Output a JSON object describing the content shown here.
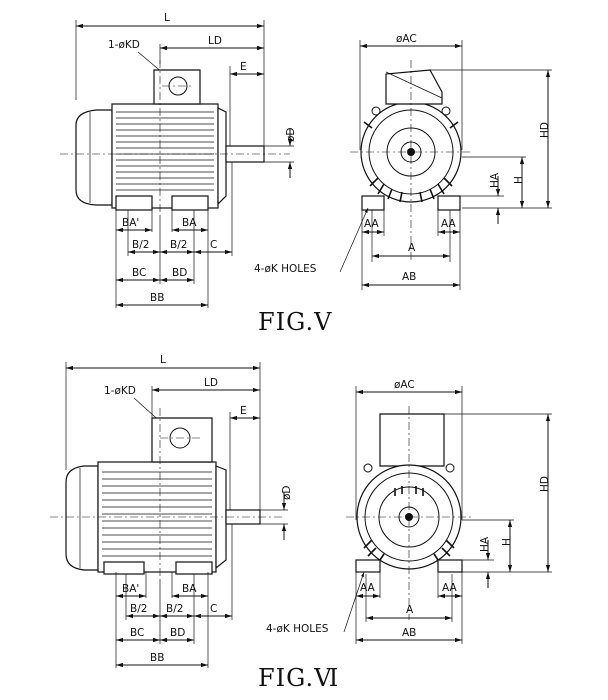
{
  "figures": [
    {
      "caption": "FIG.Ⅴ",
      "dims": {
        "L": "L",
        "KD": "1-øKD",
        "LD": "LD",
        "E": "E",
        "D": "øD",
        "BA_prime": "BA'",
        "BA": "BA",
        "B2a": "B/2",
        "B2b": "B/2",
        "C": "C",
        "BC": "BC",
        "BD": "BD",
        "BB": "BB",
        "AC": "øAC",
        "HD": "HD",
        "H": "H",
        "HA": "HA",
        "AA_left": "AA",
        "AA_right": "AA",
        "A": "A",
        "AB": "AB",
        "holes": "4-øK HOLES"
      }
    },
    {
      "caption": "FIG.Ⅵ",
      "dims": {
        "L": "L",
        "KD": "1-øKD",
        "LD": "LD",
        "E": "E",
        "D": "øD",
        "BA_prime": "BA'",
        "BA": "BA",
        "B2a": "B/2",
        "B2b": "B/2",
        "C": "C",
        "BC": "BC",
        "BD": "BD",
        "BB": "BB",
        "AC": "øAC",
        "HD": "HD",
        "H": "H",
        "HA": "HA",
        "AA_left": "AA",
        "AA_right": "AA",
        "A": "A",
        "AB": "AB",
        "holes": "4-øK HOLES"
      }
    }
  ]
}
